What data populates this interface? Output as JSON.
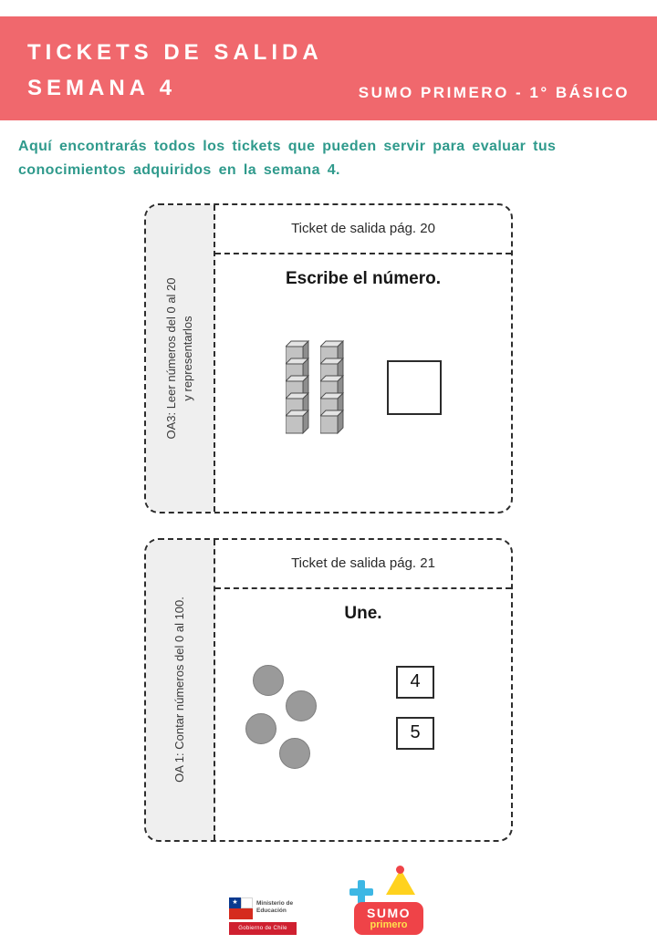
{
  "header": {
    "title_line1": "TICKETS DE SALIDA",
    "title_line2": "SEMANA 4",
    "subtitle": "SUMO PRIMERO - 1° BÁSICO"
  },
  "intro": {
    "line1": "Aquí encontrarás todos los tickets que pueden servir para evaluar tus",
    "line2": "conocimientos adquiridos en la semana 4."
  },
  "tickets": [
    {
      "oa_lines": [
        "OA3: Leer números del 0 al 20",
        "y representarlos"
      ],
      "header": "Ticket de salida pág. 20",
      "prompt": "Escribe el número."
    },
    {
      "oa_lines": [
        "OA 1: Contar números del 0 al 100."
      ],
      "header": "Ticket de salida pág. 21",
      "prompt": "Une.",
      "options": [
        "4",
        "5"
      ]
    }
  ],
  "footer": {
    "gov": {
      "ministry_line1": "Ministerio de",
      "ministry_line2": "Educación",
      "banner": "Gobierno de Chile",
      "star": "★"
    },
    "sumo": {
      "word1": "SUMO",
      "word2": "primero"
    }
  },
  "colors": {
    "header_bg": "#f0686d",
    "intro_text": "#2f9a8c",
    "circle_fill": "#9a9a9a",
    "logo_red": "#ef4348",
    "logo_blue": "#3db7e4",
    "logo_yellow": "#ffd21e"
  }
}
